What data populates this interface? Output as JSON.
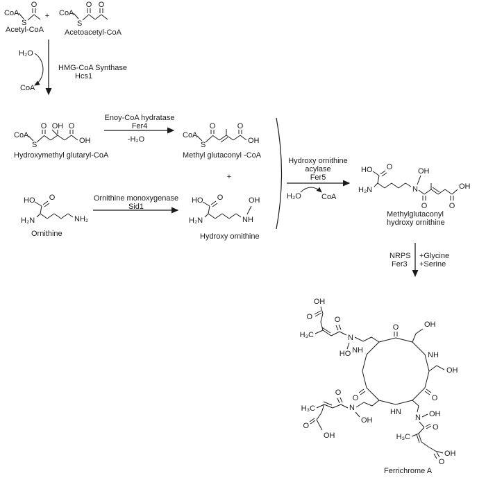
{
  "compounds": {
    "acetyl_coa": "Acetyl-CoA",
    "acetoacetyl_coa": "Acetoacetyl-CoA",
    "hmg_coa": "Hydroxymethyl glutaryl-CoA",
    "methylglutaconyl_coa": "Methyl glutaconyl -CoA",
    "ornithine": "Ornithine",
    "hydroxy_ornithine": "Hydroxy ornithine",
    "mgho_line1": "Methylglutaconyl",
    "mgho_line2": "hydroxy ornithine",
    "ferrichrome_a": "Ferrichrome A"
  },
  "reactions": {
    "r1": {
      "enzyme": "HMG-CoA Synthase",
      "gene": "Hcs1",
      "input": "H₂O",
      "output": "CoA"
    },
    "r2": {
      "enzyme": "Enoy-CoA hydratase",
      "gene": "Fer4",
      "released": "-H₂O"
    },
    "r3": {
      "enzyme": "Ornithine monoxygenase",
      "gene": "Sid1"
    },
    "r4": {
      "enzyme_line1": "Hydroxy ornithine",
      "enzyme_line2": "acylase",
      "gene": "Fer5",
      "input": "H₂O",
      "output": "CoA"
    },
    "r5": {
      "enzyme": "NRPS",
      "gene": "Fer3",
      "cosubstrate_1": "+Glycine",
      "cosubstrate_2": "+Serine"
    }
  },
  "operators": {
    "plus_1": "+",
    "plus_2": "+"
  },
  "atoms": {
    "acetyl_coa": [
      "CoA",
      "S",
      "O"
    ],
    "acetoacetyl_coa": [
      "CoA",
      "S",
      "O",
      "O"
    ],
    "hmg_coa": [
      "CoA",
      "S",
      "O",
      "OH",
      "O",
      "OH"
    ],
    "methylglutaconyl_coa": [
      "CoA",
      "S",
      "O",
      "O",
      "OH"
    ],
    "ornithine": [
      "HO",
      "O",
      "H₂N",
      "NH₂"
    ],
    "hydroxy_ornithine": [
      "HO",
      "O",
      "H₂N",
      "NH",
      "OH"
    ],
    "mgho": [
      "HO",
      "O",
      "H₂N",
      "N",
      "OH",
      "O",
      "O",
      "OH"
    ],
    "ferrichrome": [
      "O",
      "NH",
      "O",
      "HN",
      "O",
      "NH",
      "OH",
      "OH",
      "N",
      "HO",
      "O",
      "H₃C",
      "O",
      "OH",
      "N",
      "OH",
      "O",
      "H₃C",
      "O",
      "OH",
      "N",
      "OH",
      "O",
      "H₃C",
      "O",
      "OH"
    ]
  }
}
